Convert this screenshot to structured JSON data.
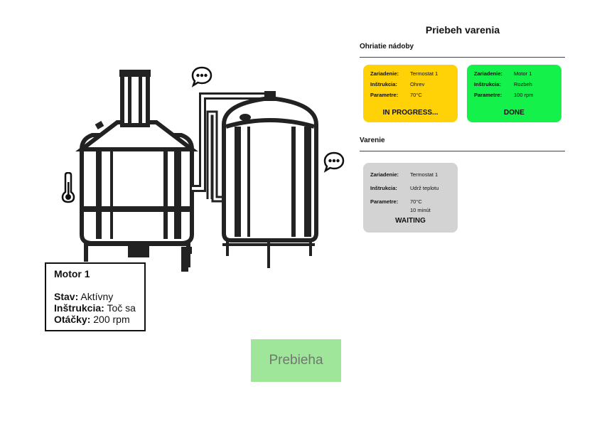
{
  "panel": {
    "title": "Priebeh varenia",
    "sections": [
      {
        "title": "Ohriatie nádoby",
        "cards": [
          {
            "rows": [
              {
                "label": "Zariadenie:",
                "value": "Termostat 1"
              },
              {
                "label": "Inštrukcia:",
                "value": "Ohrev"
              },
              {
                "label": "Parametre:",
                "value": "70°C"
              }
            ],
            "status": "IN PROGRESS...",
            "color": "#ffd208"
          },
          {
            "rows": [
              {
                "label": "Zariadenie:",
                "value": "Motor 1"
              },
              {
                "label": "Inštrukcia:",
                "value": "Rozbeh"
              },
              {
                "label": "Parametre:",
                "value": "100 rpm"
              }
            ],
            "status": "DONE",
            "color": "#14f14a"
          }
        ]
      },
      {
        "title": "Varenie",
        "cards": [
          {
            "rows": [
              {
                "label": "Zariadenie:",
                "value": "Termostat 1"
              },
              {
                "label": "Inštrukcia:",
                "value": "Udrž teplotu"
              },
              {
                "label": "Parametre:",
                "value": "70°C",
                "value2": "10 minút"
              }
            ],
            "status": "WAITING",
            "color": "#d3d3d3"
          }
        ]
      }
    ]
  },
  "motor_popup": {
    "title": "Motor 1",
    "lines": [
      {
        "label": "Stav:",
        "value": "Aktívny"
      },
      {
        "label": "Inštrukcia:",
        "value": "Toč sa"
      },
      {
        "label": "Otáčky:",
        "value": "200 rpm"
      }
    ]
  },
  "action_button": {
    "label": "Prebieha",
    "color": "#9fe59a"
  },
  "icons": {
    "thermometer": "thermometer-icon",
    "chat_left": "chat-bubble-icon",
    "chat_right": "chat-bubble-icon"
  }
}
